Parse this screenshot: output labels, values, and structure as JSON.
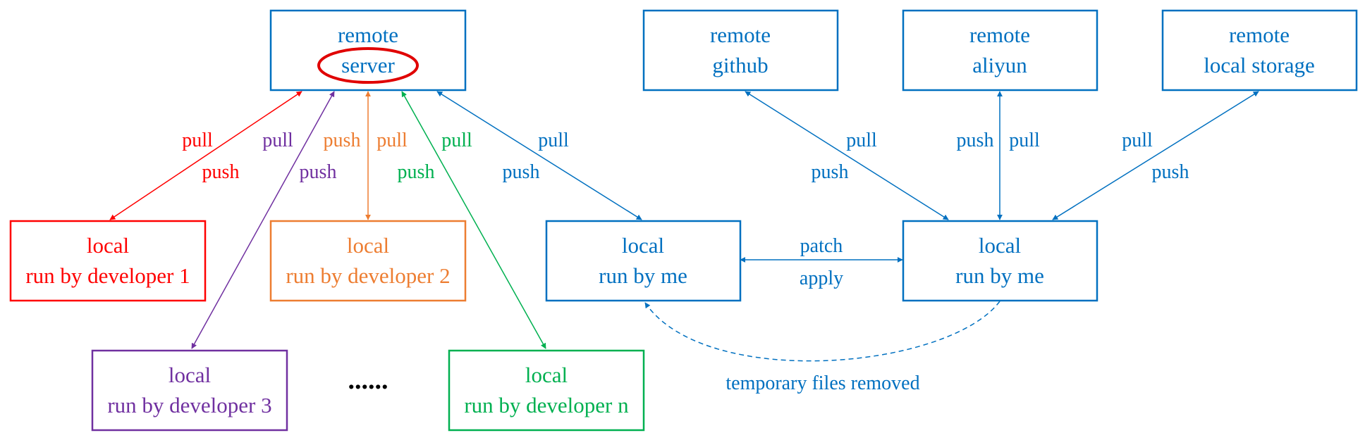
{
  "colors": {
    "blue": "#0070C0",
    "red": "#FF0000",
    "orange": "#ED7D31",
    "purple": "#7030A0",
    "green": "#00B050",
    "black": "#000000"
  },
  "nodes": {
    "remote_server": {
      "line1": "remote",
      "line2": "server"
    },
    "remote_github": {
      "line1": "remote",
      "line2": "github"
    },
    "remote_aliyun": {
      "line1": "remote",
      "line2": "aliyun"
    },
    "remote_local_storage": {
      "line1": "remote",
      "line2": "local storage"
    },
    "dev1": {
      "line1": "local",
      "line2": "run by developer 1"
    },
    "dev2": {
      "line1": "local",
      "line2": "run by developer 2"
    },
    "dev3": {
      "line1": "local",
      "line2": "run by developer 3"
    },
    "devn": {
      "line1": "local",
      "line2": "run by developer n"
    },
    "me_a": {
      "line1": "local",
      "line2": "run by me"
    },
    "me_b": {
      "line1": "local",
      "line2": "run by me"
    }
  },
  "ellipsis": "......",
  "edges": {
    "dev1": {
      "pull": "pull",
      "push": "push"
    },
    "dev3": {
      "pull": "pull",
      "push": "push"
    },
    "dev2": {
      "push": "push",
      "pull": "pull"
    },
    "devn": {
      "pull": "pull",
      "push": "push"
    },
    "me_server": {
      "pull": "pull",
      "push": "push"
    },
    "me_github": {
      "pull": "pull",
      "push": "push"
    },
    "me_aliyun": {
      "push": "push",
      "pull": "pull"
    },
    "me_storage": {
      "pull": "pull",
      "push": "push"
    },
    "between_me": {
      "patch": "patch",
      "apply": "apply"
    },
    "temp_files": "temporary files removed"
  }
}
